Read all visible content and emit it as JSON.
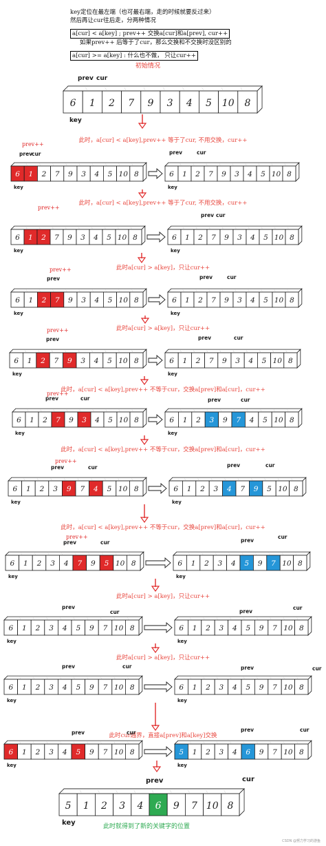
{
  "notes": [
    {
      "text": "key定位在最左端（也可最右端，走的时候就要反过来）",
      "style": "plain"
    },
    {
      "text": "然后再让cur往后走，分两种情况",
      "style": "plain"
    },
    {
      "text": "a[cur] < a[key] ; prev++ 交换a[cur]和a[prev], cur++",
      "style": "boxed"
    },
    {
      "text": "如果prev++ 后等于了cur，那么交换和不交换时没区别的",
      "style": "indent"
    },
    {
      "text": "a[cur] >= a[key] : 什么也不做， 只让cur++",
      "style": "boxed"
    }
  ],
  "colors": {
    "red": "#e02a2a",
    "blue": "#2596d8",
    "green": "#2eaa52",
    "caption": "#e8453c",
    "ink": "#1a1a1a"
  },
  "initial": {
    "title": "初始情况",
    "cells": [
      "6",
      "1",
      "2",
      "7",
      "9",
      "3",
      "4",
      "5",
      "10",
      "8"
    ],
    "labels": {
      "prev": "prev",
      "cur": "cur",
      "key": "key"
    }
  },
  "steps": [
    {
      "caption": "此时，a[cur] < a[key],prev++ 等于了cur, 不用交换，cur++",
      "left": {
        "cells": [
          "6",
          "1",
          "2",
          "7",
          "9",
          "3",
          "4",
          "5",
          "10",
          "8"
        ],
        "red": [
          0,
          1
        ],
        "blue": [],
        "labels": {
          "prev": "prev",
          "cur": "cur",
          "prevpp": "prev++",
          "key": "key"
        }
      },
      "right": {
        "cells": [
          "6",
          "1",
          "2",
          "7",
          "9",
          "3",
          "4",
          "5",
          "10",
          "8"
        ],
        "red": [],
        "blue": [],
        "labels": {
          "prev": "prev",
          "cur": "cur",
          "key": "key"
        }
      }
    },
    {
      "caption": "此时，a[cur] < a[key],prev++ 等于了cur, 不用交换，cur++",
      "left": {
        "cells": [
          "6",
          "1",
          "2",
          "7",
          "9",
          "3",
          "4",
          "5",
          "10",
          "8"
        ],
        "red": [
          1,
          2
        ],
        "blue": [],
        "labels": {
          "prevpp": "prev++",
          "key": "key"
        }
      },
      "right": {
        "cells": [
          "6",
          "1",
          "2",
          "7",
          "9",
          "3",
          "4",
          "5",
          "10",
          "8"
        ],
        "red": [],
        "blue": [],
        "labels": {
          "prev": "prev",
          "cur": "cur",
          "key": "key"
        }
      }
    },
    {
      "caption": "此时a[cur] > a[key]，只让cur++",
      "left": {
        "cells": [
          "6",
          "1",
          "2",
          "7",
          "9",
          "3",
          "4",
          "5",
          "10",
          "8"
        ],
        "red": [
          2,
          3
        ],
        "blue": [],
        "labels": {
          "prev": "prev",
          "prevpp": "prev++",
          "key": "key"
        }
      },
      "right": {
        "cells": [
          "6",
          "1",
          "2",
          "7",
          "9",
          "3",
          "4",
          "5",
          "10",
          "8"
        ],
        "red": [],
        "blue": [],
        "labels": {
          "prev": "prev",
          "cur": "cur",
          "key": "key"
        }
      }
    },
    {
      "caption": "此时a[cur] > a[key]，只让cur++",
      "left": {
        "cells": [
          "6",
          "1",
          "2",
          "7",
          "9",
          "3",
          "4",
          "5",
          "10",
          "8"
        ],
        "red": [
          2,
          4
        ],
        "blue": [],
        "labels": {
          "prev": "prev",
          "prevpp": "prev++",
          "key": "key"
        }
      },
      "right": {
        "cells": [
          "6",
          "1",
          "2",
          "7",
          "9",
          "3",
          "4",
          "5",
          "10",
          "8"
        ],
        "red": [],
        "blue": [],
        "labels": {
          "prev": "prev",
          "cur": "cur",
          "key": "key"
        }
      }
    },
    {
      "caption": "此时，a[cur] < a[key],prev++ 不等于cur，交换a[prev]和a[cur]，cur++",
      "left": {
        "cells": [
          "6",
          "1",
          "2",
          "7",
          "9",
          "3",
          "4",
          "5",
          "10",
          "8"
        ],
        "red": [
          3,
          5
        ],
        "blue": [],
        "labels": {
          "prev": "prev",
          "cur": "cur",
          "prevpp": "prev++",
          "key": "key"
        }
      },
      "right": {
        "cells": [
          "6",
          "1",
          "2",
          "3",
          "9",
          "7",
          "4",
          "5",
          "10",
          "8"
        ],
        "red": [],
        "blue": [
          3,
          5
        ],
        "labels": {
          "prev": "prev",
          "cur": "cur",
          "key": "key"
        }
      }
    },
    {
      "caption": "此时，a[cur] < a[key],prev++ 不等于cur，交换a[prev]和a[cur]，cur++",
      "left": {
        "cells": [
          "6",
          "1",
          "2",
          "3",
          "9",
          "7",
          "4",
          "5",
          "10",
          "8"
        ],
        "red": [
          4,
          6
        ],
        "blue": [],
        "labels": {
          "prev": "prev",
          "cur": "cur",
          "prevpp": "prev++",
          "key": "key"
        }
      },
      "right": {
        "cells": [
          "6",
          "1",
          "2",
          "3",
          "4",
          "7",
          "9",
          "5",
          "10",
          "8"
        ],
        "red": [],
        "blue": [
          4,
          6
        ],
        "labels": {
          "prev": "prev",
          "cur": "cur",
          "key": "key"
        }
      }
    },
    {
      "caption": "此时，a[cur] < a[key],prev++ 不等于cur，交换a[prev]和a[cur]，cur++",
      "left": {
        "cells": [
          "6",
          "1",
          "2",
          "3",
          "4",
          "7",
          "9",
          "5",
          "10",
          "8"
        ],
        "red": [
          5,
          7
        ],
        "blue": [],
        "labels": {
          "prev": "prev",
          "cur": "cur",
          "prevpp": "prev++",
          "key": "key"
        }
      },
      "right": {
        "cells": [
          "6",
          "1",
          "2",
          "3",
          "4",
          "5",
          "9",
          "7",
          "10",
          "8"
        ],
        "red": [],
        "blue": [
          5,
          7
        ],
        "labels": {
          "prev": "prev",
          "cur": "cur",
          "key": "key"
        }
      }
    },
    {
      "caption": "此时a[cur] > a[key]，只让cur++",
      "left": {
        "cells": [
          "6",
          "1",
          "2",
          "3",
          "4",
          "5",
          "9",
          "7",
          "10",
          "8"
        ],
        "red": [],
        "blue": [],
        "labels": {
          "prev": "prev",
          "cur": "cur",
          "key": "key"
        }
      },
      "right": {
        "cells": [
          "6",
          "1",
          "2",
          "3",
          "4",
          "5",
          "9",
          "7",
          "10",
          "8"
        ],
        "red": [],
        "blue": [],
        "labels": {
          "prev": "prev",
          "cur": "cur",
          "key": "key"
        }
      }
    },
    {
      "caption": "此时a[cur] > a[key]，只让cur++",
      "left": {
        "cells": [
          "6",
          "1",
          "2",
          "3",
          "4",
          "5",
          "9",
          "7",
          "10",
          "8"
        ],
        "red": [],
        "blue": [],
        "labels": {
          "prev": "prev",
          "cur": "cur",
          "key": "key"
        }
      },
      "right": {
        "cells": [
          "6",
          "1",
          "2",
          "3",
          "4",
          "5",
          "9",
          "7",
          "10",
          "8"
        ],
        "red": [],
        "blue": [],
        "labels": {
          "prev": "prev",
          "cur": "cur",
          "key": "key"
        }
      }
    },
    {
      "caption": "此时cur越界，直接a[prev]和a[key]交换",
      "left": {
        "cells": [
          "6",
          "1",
          "2",
          "3",
          "4",
          "5",
          "9",
          "7",
          "10",
          "8"
        ],
        "red": [
          0,
          5
        ],
        "blue": [],
        "labels": {
          "prev": "prev",
          "cur": "cur",
          "key": "key"
        }
      },
      "right": {
        "cells": [
          "5",
          "1",
          "2",
          "3",
          "4",
          "6",
          "9",
          "7",
          "10",
          "8"
        ],
        "red": [],
        "blue": [
          0,
          5
        ],
        "labels": {
          "prev": "prev",
          "cur": "cur",
          "key": "key"
        }
      }
    }
  ],
  "final": {
    "cells": [
      "5",
      "1",
      "2",
      "3",
      "4",
      "6",
      "9",
      "7",
      "10",
      "8"
    ],
    "green": [
      5
    ],
    "labels": {
      "prev": "prev",
      "cur": "cur",
      "key": "key"
    },
    "caption": "此时就得到了新的关键字的位置"
  },
  "footer": "CSDN @努力学习的游鱼"
}
